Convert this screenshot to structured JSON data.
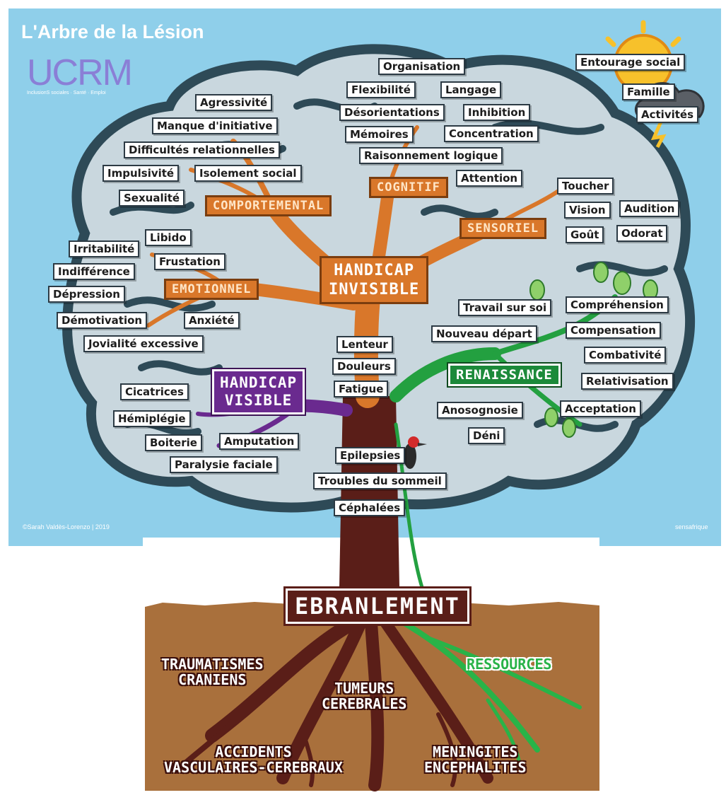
{
  "title": "L'Arbre de la Lésion",
  "logo": {
    "text": "UCRM",
    "subtitle": "InclusionS sociales · Santé · Emploi"
  },
  "colors": {
    "sky": "#8fcfea",
    "brain_outline": "#2e4a57",
    "brain_fill": "#c9d7de",
    "trunk": "#5a1e18",
    "orange": "#d9772a",
    "purple": "#6a2a8f",
    "green": "#1c8a3a",
    "soil": "#a9703c"
  },
  "weather": {
    "items": [
      "Entourage social",
      "Famille",
      "Activités"
    ]
  },
  "categories": {
    "comportemental": "COMPORTEMENTAL",
    "cognitif": "COGNITIF",
    "sensoriel": "SENSORIEL",
    "emotionnel": "EMOTIONNEL",
    "handicap_invisible": "HANDICAP\nINVISIBLE",
    "handicap_visible": "HANDICAP\nVISIBLE",
    "renaissance": "RENAISSANCE",
    "ebranlement": "EBRANLEMENT"
  },
  "labels": {
    "comportemental": [
      "Agressivité",
      "Manque d'initiative",
      "Difficultés relationnelles",
      "Impulsivité",
      "Isolement social",
      "Sexualité"
    ],
    "cognitif": [
      "Organisation",
      "Flexibilité",
      "Langage",
      "Désorientations",
      "Inhibition",
      "Mémoires",
      "Concentration",
      "Raisonnement logique",
      "Attention"
    ],
    "sensoriel": [
      "Toucher",
      "Vision",
      "Audition",
      "Goût",
      "Odorat"
    ],
    "emotionnel": [
      "Libido",
      "Irritabilité",
      "Frustation",
      "Indifférence",
      "Dépression",
      "Démotivation",
      "Anxiété",
      "Jovialité excessive"
    ],
    "trunk": [
      "Lenteur",
      "Douleurs",
      "Fatigue",
      "Epilepsies",
      "Troubles du sommeil",
      "Céphalées"
    ],
    "visible": [
      "Cicatrices",
      "Hémiplégie",
      "Boiterie",
      "Amputation",
      "Paralysie faciale"
    ],
    "renaissance": [
      "Travail sur soi",
      "Compréhension",
      "Nouveau départ",
      "Compensation",
      "Combativité",
      "Relativisation",
      "Anosognosie",
      "Acceptation",
      "Déni"
    ]
  },
  "roots": {
    "traumatismes": "TRAUMATISMES\nCRANIENS",
    "tumeurs": "TUMEURS\nCEREBRALES",
    "accidents": "ACCIDENTS\nVASCULAIRES-CEREBRAUX",
    "meningites": "MENINGITES\nENCEPHALITES",
    "ressources": "RESSOURCES"
  },
  "footer": {
    "left": "©Sarah Valdès-Lorenzo | 2019",
    "right": "sensafrique"
  }
}
